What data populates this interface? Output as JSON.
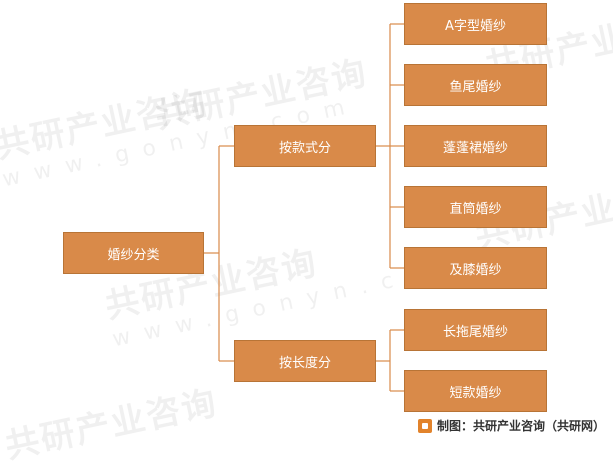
{
  "root": {
    "label": "婚纱分类"
  },
  "branches": [
    {
      "label": "按款式分",
      "children": [
        "A字型婚纱",
        "鱼尾婚纱",
        "蓬蓬裙婚纱",
        "直筒婚纱",
        "及膝婚纱"
      ]
    },
    {
      "label": "按长度分",
      "children": [
        "长拖尾婚纱",
        "短款婚纱"
      ]
    }
  ],
  "watermark": {
    "brand": "共研产业咨询",
    "url": "www.gonyn.com"
  },
  "footer": {
    "source": "制图：共研产业咨询（共研网）"
  },
  "colors": {
    "node_fill": "#d98a49",
    "connector": "#d98a49"
  }
}
